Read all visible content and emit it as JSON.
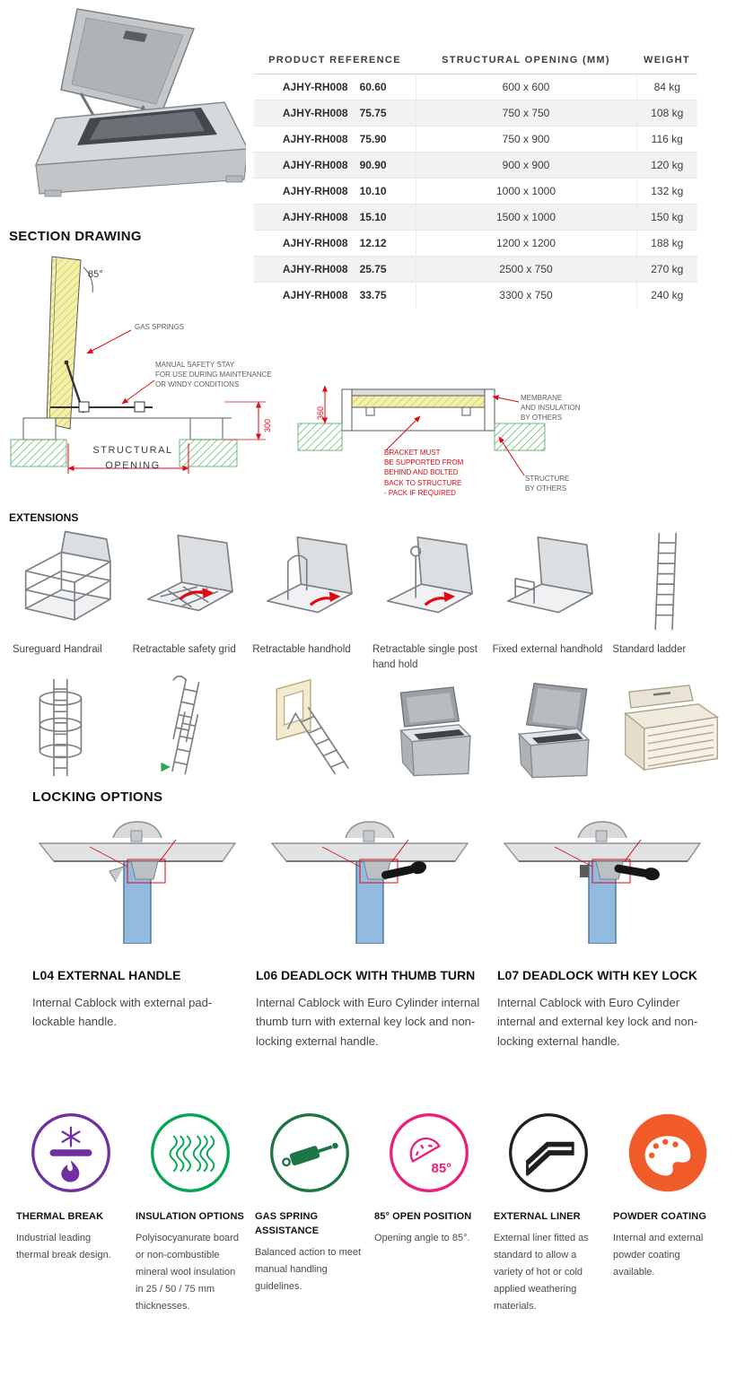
{
  "table": {
    "headers": [
      "PRODUCT REFERENCE",
      "STRUCTURAL OPENING (MM)",
      "WEIGHT"
    ],
    "rows": [
      {
        "ref": "AJHY-RH008",
        "code": "60.60",
        "opening": "600 x 600",
        "weight": "84 kg"
      },
      {
        "ref": "AJHY-RH008",
        "code": "75.75",
        "opening": "750 x 750",
        "weight": "108 kg"
      },
      {
        "ref": "AJHY-RH008",
        "code": "75.90",
        "opening": "750 x 900",
        "weight": "116 kg"
      },
      {
        "ref": "AJHY-RH008",
        "code": "90.90",
        "opening": "900 x 900",
        "weight": "120 kg"
      },
      {
        "ref": "AJHY-RH008",
        "code": "10.10",
        "opening": "1000 x 1000",
        "weight": "132 kg"
      },
      {
        "ref": "AJHY-RH008",
        "code": "15.10",
        "opening": "1500 x 1000",
        "weight": "150 kg"
      },
      {
        "ref": "AJHY-RH008",
        "code": "12.12",
        "opening": "1200 x 1200",
        "weight": "188 kg"
      },
      {
        "ref": "AJHY-RH008",
        "code": "25.75",
        "opening": "2500 x 750",
        "weight": "270 kg"
      },
      {
        "ref": "AJHY-RH008",
        "code": "33.75",
        "opening": "3300 x 750",
        "weight": "240 kg"
      }
    ]
  },
  "section_drawing": {
    "heading": "SECTION DRAWING",
    "angle_label": "85°",
    "gas_springs_label": "GAS SPRINGS",
    "safety_stay_label": "MANUAL SAFETY STAY\nFOR USE DURING MAINTENANCE\nOR WINDY CONDITIONS",
    "dim_300": "300",
    "dim_360": "360",
    "structural_opening_label": "STRUCTURAL\nOPENING",
    "membrane_label": "MEMBRANE\nAND INSULATION\nBY OTHERS",
    "bracket_label": "BRACKET MUST\nBE SUPPORTED FROM\nBEHIND AND BOLTED\nBACK TO STRUCTURE\n- PACK IF REQUIRED",
    "structure_label": "STRUCTURE\nBY OTHERS"
  },
  "extensions": {
    "heading": "EXTENSIONS",
    "items": [
      {
        "label": "Sureguard Handrail",
        "icon": "sureguard-handrail-illustration"
      },
      {
        "label": "Retractable safety grid",
        "icon": "retractable-safety-grid-illustration"
      },
      {
        "label": "Retractable handhold",
        "icon": "retractable-handhold-illustration"
      },
      {
        "label": "Retractable single post hand hold",
        "icon": "retractable-single-post-illustration"
      },
      {
        "label": "Fixed external handhold",
        "icon": "fixed-external-handhold-illustration"
      },
      {
        "label": "Standard ladder",
        "icon": "standard-ladder-illustration"
      }
    ],
    "row2_icons": [
      "caged-access-ladder-illustration",
      "extending-ladder-illustration",
      "loft-ladder-illustration",
      "upstand-hatch-closed-illustration",
      "upstand-hatch-open-illustration",
      "louvered-penthouse-illustration"
    ]
  },
  "locking": {
    "heading": "LOCKING OPTIONS",
    "items": [
      {
        "title": "L04 EXTERNAL HANDLE",
        "description": "Internal Cablock with external pad-lockable handle."
      },
      {
        "title": "L06 DEADLOCK WITH THUMB TURN",
        "description": "Internal Cablock with Euro Cylinder internal thumb turn with external key lock and non-locking external handle."
      },
      {
        "title": "L07 DEADLOCK WITH KEY LOCK",
        "description": "Internal Cablock with Euro Cylinder internal and external key lock and non-locking external handle."
      }
    ]
  },
  "features": {
    "items": [
      {
        "title": "THERMAL BREAK",
        "description": "Industrial leading thermal break design.",
        "color": "#7030a0",
        "icon": "snowflake-bar-flame-icon"
      },
      {
        "title": "INSULATION OPTIONS",
        "description": "Polyisocyanurate board or non-combustible mineral wool insulation in 25 / 50 / 75 mm thicknesses.",
        "color": "#00a651",
        "icon": "mineral-wool-coils-icon"
      },
      {
        "title": "GAS SPRING ASSISTANCE",
        "description": "Balanced action to meet manual handling guidelines.",
        "color": "#1d7544",
        "icon": "gas-spring-icon"
      },
      {
        "title": "85° OPEN POSITION",
        "description": "Opening angle to 85°.",
        "color": "#ec1e79",
        "icon": "protractor-icon",
        "icon_text": "85°"
      },
      {
        "title": "EXTERNAL LINER",
        "description": "External liner fitted as standard to allow a variety of hot or cold applied weathering materials.",
        "color": "#231f20",
        "icon": "corner-liner-icon"
      },
      {
        "title": "POWDER COATING",
        "description": "Internal and external powder coating available.",
        "color": "#f15a29",
        "icon": "paint-palette-icon"
      }
    ]
  }
}
